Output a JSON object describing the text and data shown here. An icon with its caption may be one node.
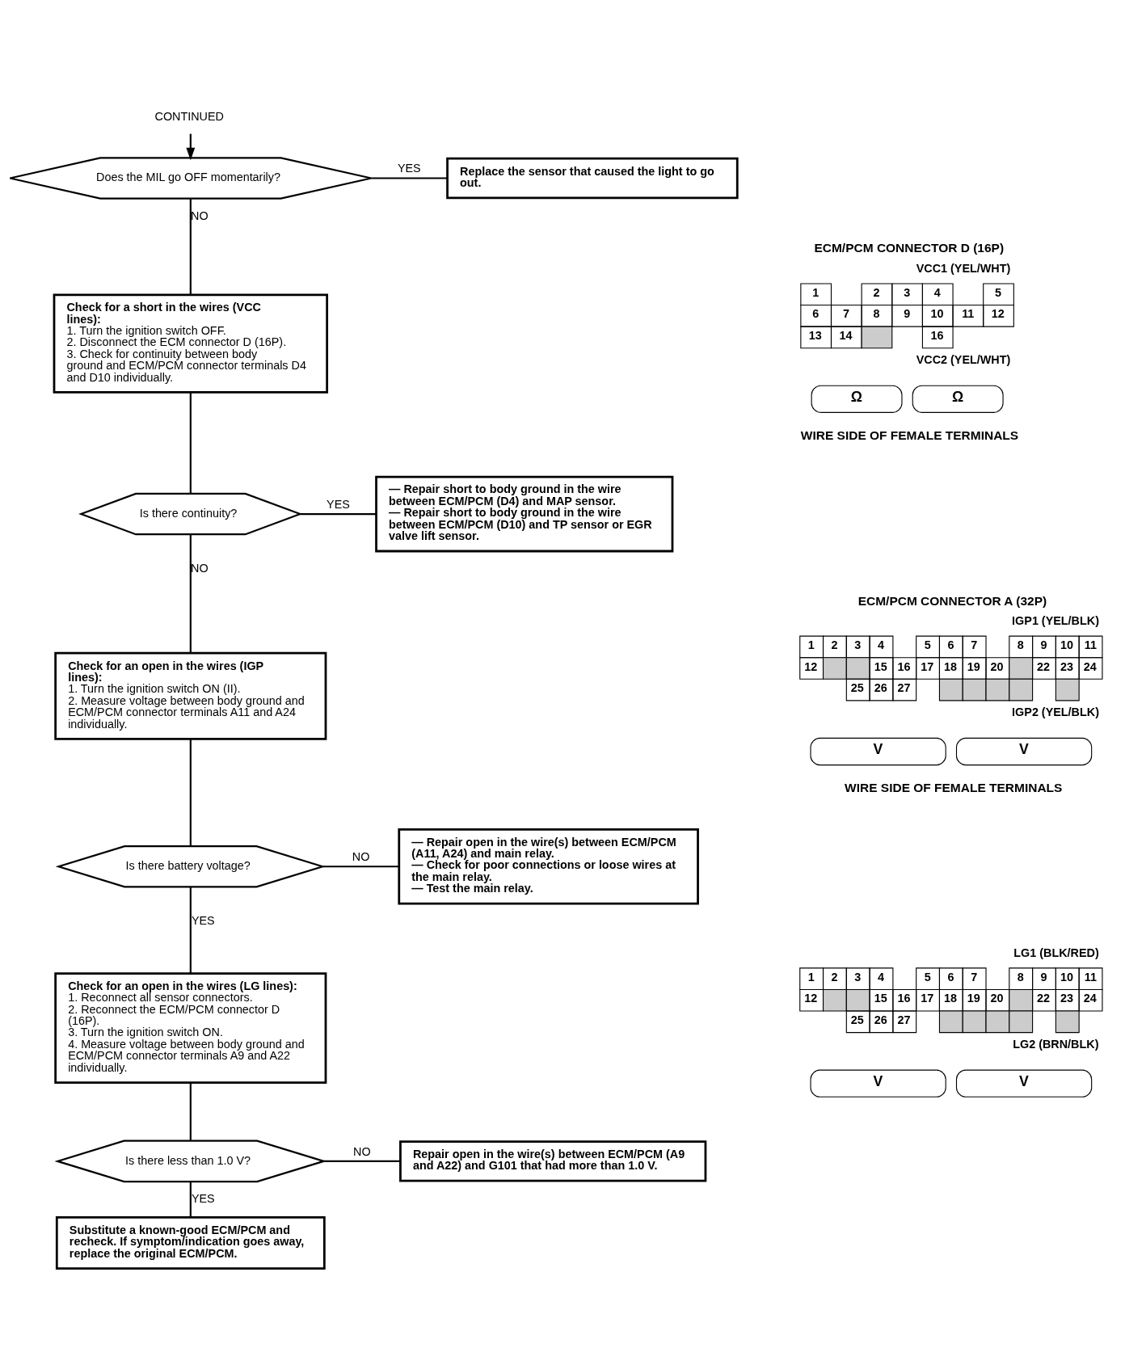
{
  "diagram": {
    "nodes": [
      {
        "text": [
          "CONTINUED"
        ]
      },
      {
        "text": [
          "Does the MIL go OFF momentarily?"
        ]
      },
      {
        "text": [
          "Replace the sensor that caused the light to go out."
        ]
      },
      {
        "text": [
          "Check for a short in the wires (VCC lines):",
          "1. Turn the ignition switch OFF.",
          "2. Disconnect the ECM connector D (16P).",
          "3. Check for continuity between body ground and ECM/PCM connector terminals D4 and D10 individually."
        ]
      },
      {
        "text": [
          "Is there continuity?"
        ]
      },
      {
        "text": [
          "— Repair short to body ground in the wire between ECM/PCM (D4) and MAP sensor.",
          "— Repair short to body ground in the wire between ECM/PCM (D10) and TP sensor or EGR valve lift sensor."
        ]
      },
      {
        "text": [
          "Check for an open in the wires (IGP lines):",
          "1. Turn the ignition switch ON (II).",
          "2. Measure voltage between body ground and ECM/PCM connector terminals A11 and A24 individually."
        ]
      },
      {
        "text": [
          "Is there battery voltage?"
        ]
      },
      {
        "text": [
          "— Repair open in the wire(s) between ECM/PCM (A11, A24) and main relay.",
          "— Check for poor connections or loose wires at the main relay.",
          "— Test the main relay."
        ]
      },
      {
        "text": [
          "Check for an open in the wires (LG lines):",
          "1. Reconnect all sensor connectors.",
          "2. Reconnect the ECM/PCM connector D (16P).",
          "3. Turn the ignition switch ON.",
          "4. Measure voltage between body ground and ECM/PCM connector terminals A9 and A22 individually."
        ]
      },
      {
        "text": [
          "Is there less than 1.0 V?"
        ]
      },
      {
        "text": [
          "Repair open in the wire(s) between ECM/PCM (A9 and A22) and G101 that had more than 1.0 V."
        ]
      },
      {
        "text": [
          "Substitute a known-good ECM/PCM and recheck. If symptom/indication goes away, replace the original ECM/PCM."
        ]
      }
    ],
    "edges": [
      {
        "from": 0,
        "to": 1,
        "arrow": "to"
      },
      {
        "from": 1,
        "to": 2,
        "arrow": "none",
        "label": "YES"
      },
      {
        "from": 1,
        "to": 3,
        "arrow": "none",
        "label": "NO"
      },
      {
        "from": 3,
        "to": 4,
        "arrow": "none"
      },
      {
        "from": 4,
        "to": 5,
        "arrow": "none",
        "label": "YES"
      },
      {
        "from": 4,
        "to": 6,
        "arrow": "none",
        "label": "NO"
      },
      {
        "from": 6,
        "to": 7,
        "arrow": "none"
      },
      {
        "from": 7,
        "to": 8,
        "arrow": "none",
        "label": "NO"
      },
      {
        "from": 7,
        "to": 9,
        "arrow": "none",
        "label": "YES"
      },
      {
        "from": 9,
        "to": 10,
        "arrow": "none"
      },
      {
        "from": 10,
        "to": 11,
        "arrow": "none",
        "label": "NO"
      },
      {
        "from": 10,
        "to": 12,
        "arrow": "none",
        "label": "YES"
      }
    ],
    "labels": [
      "ECM/PCM CONNECTOR D (16P)",
      "VCC1 (YEL/WHT)",
      "1",
      "2",
      "3",
      "4",
      "5",
      "6",
      "7",
      "8",
      "9",
      "10",
      "11",
      "12",
      "13",
      "14",
      "16",
      "VCC2 (YEL/WHT)",
      "Ω",
      "Ω",
      "WIRE SIDE OF FEMALE TERMINALS",
      "ECM/PCM CONNECTOR A (32P)",
      "IGP1 (YEL/BLK)",
      "1",
      "2",
      "3",
      "4",
      "5",
      "6",
      "7",
      "8",
      "9",
      "10",
      "11",
      "12",
      "15",
      "16",
      "17",
      "18",
      "19",
      "20",
      "22",
      "23",
      "24",
      "25",
      "26",
      "27",
      "IGP2 (YEL/BLK)",
      "V",
      "V",
      "WIRE SIDE OF FEMALE TERMINALS",
      "LG1 (BLK/RED)",
      "1",
      "2",
      "3",
      "4",
      "5",
      "6",
      "7",
      "8",
      "9",
      "10",
      "11",
      "12",
      "15",
      "16",
      "17",
      "18",
      "19",
      "20",
      "22",
      "23",
      "24",
      "25",
      "26",
      "27",
      "LG2 (BRN/BLK)",
      "V",
      "V"
    ]
  }
}
